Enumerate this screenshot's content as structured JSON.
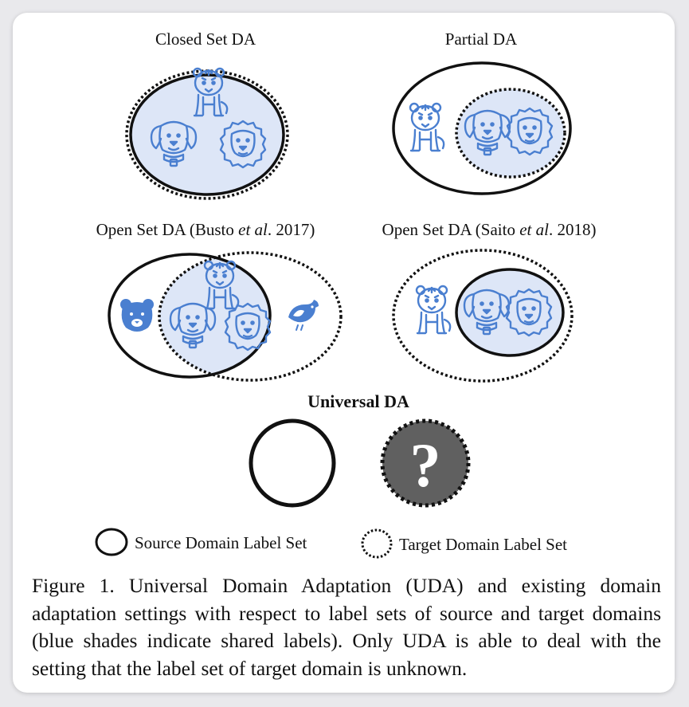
{
  "panels": {
    "closed_set": {
      "title": "Closed Set DA"
    },
    "partial": {
      "title": "Partial DA"
    },
    "open_set_busto": {
      "title_pre": "Open Set DA (Busto ",
      "title_ital": "et al",
      "title_post": ". 2017)"
    },
    "open_set_saito": {
      "title_pre": "Open Set DA (Saito ",
      "title_ital": "et al",
      "title_post": ". 2018)"
    },
    "universal": {
      "title": "Universal DA",
      "unknown_symbol": "?"
    }
  },
  "legend": {
    "source_label": "Source Domain Label Set",
    "target_label": "Target Domain Label Set"
  },
  "caption": "Figure 1. Universal Domain Adaptation (UDA) and existing domain adaptation settings with respect to label sets of source and target domains (blue shades indicate shared labels). Only UDA is able to deal with the setting that the label set of target domain is unknown.",
  "colors": {
    "shared_fill": "#dde6f7",
    "icon_blue": "#4a7fd0",
    "unknown_fill": "#606060"
  },
  "icons": [
    "tiger-icon",
    "dog-icon",
    "lion-icon",
    "bear-icon",
    "bird-icon"
  ]
}
